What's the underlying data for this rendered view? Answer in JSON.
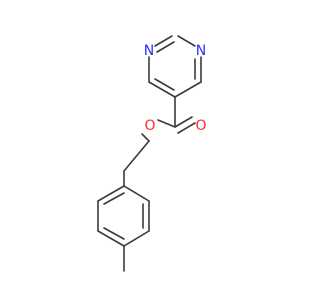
{
  "molecule": {
    "atoms": [
      {
        "id": "n1",
        "symbol": "N",
        "color": "#2d2dff"
      },
      {
        "id": "n3",
        "symbol": "N",
        "color": "#2d2dff"
      },
      {
        "id": "o_ester",
        "symbol": "O",
        "color": "#ff2a2a"
      },
      {
        "id": "o_carbonyl",
        "symbol": "O",
        "color": "#ff2a2a"
      }
    ],
    "bond_color": "#3a3a3a"
  }
}
